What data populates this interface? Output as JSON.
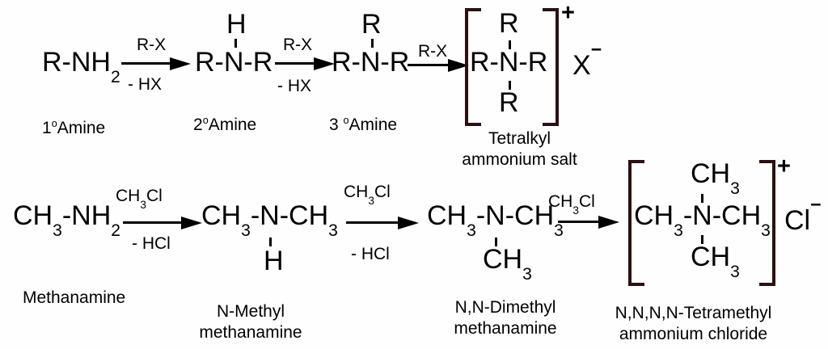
{
  "colors": {
    "background": "#fefefe",
    "text": "#000000",
    "bracket": "#2b1111"
  },
  "row1": {
    "amine1": {
      "p1": "R-NH",
      "s1": "2"
    },
    "arrow1": {
      "above": "R-X",
      "below": "- HX"
    },
    "amine2": {
      "top": "H",
      "main": "R-N-R"
    },
    "arrow2": {
      "above": "R-X",
      "below": "- HX"
    },
    "amine3": {
      "top": "R",
      "main": "R-N-R"
    },
    "arrow3": {
      "above": "R-X"
    },
    "salt": {
      "top": "R",
      "main": "R-N-R",
      "bottom": "R",
      "charge": "+",
      "anion": "X",
      "anion_charge": "−"
    },
    "labels": {
      "amine1_num": "1",
      "amine1_deg": "o",
      "amine1_name": "Amine",
      "amine2_num": "2",
      "amine2_deg": "o",
      "amine2_name": "Amine",
      "amine3_num": "3 ",
      "amine3_deg": "o",
      "amine3_name": "Amine",
      "salt_line1": "Tetralkyl",
      "salt_line2": "ammonium salt"
    }
  },
  "row2": {
    "methanamine": {
      "p1": "CH",
      "s1": "3",
      "p2": "-NH",
      "s2": "2"
    },
    "arrow1": {
      "above_p1": "CH",
      "above_s1": "3",
      "above_p2": "Cl",
      "below": "- HCl"
    },
    "nmethyl": {
      "p1": "CH",
      "s1": "3",
      "p2": "-N-CH",
      "s2": "3",
      "below": "H"
    },
    "arrow2": {
      "above_p1": "CH",
      "above_s1": "3",
      "above_p2": "Cl",
      "below": "- HCl"
    },
    "dimethyl": {
      "p1": "CH",
      "s1": "3",
      "p2": "-N-CH",
      "s2": "3",
      "below_p1": "CH",
      "below_s1": "3"
    },
    "arrow3": {
      "above_p1": "CH",
      "above_s1": "3",
      "above_p2": "Cl"
    },
    "salt": {
      "top_p1": "CH",
      "top_s1": "3",
      "main_p1": "CH",
      "main_s1": "3",
      "main_p2": "-N-CH",
      "main_s2": "3",
      "bottom_p1": "CH",
      "bottom_s1": "3",
      "charge": "+",
      "anion": "Cl",
      "anion_charge": "−"
    },
    "labels": {
      "methanamine": "Methanamine",
      "nmethyl_line1": "N-Methyl",
      "nmethyl_line2": "methanamine",
      "dimethyl_line1": "N,N-Dimethyl",
      "dimethyl_line2": "methanamine",
      "salt_line1": "N,N,N,N-Tetramethyl",
      "salt_line2": "ammonium chloride"
    }
  }
}
